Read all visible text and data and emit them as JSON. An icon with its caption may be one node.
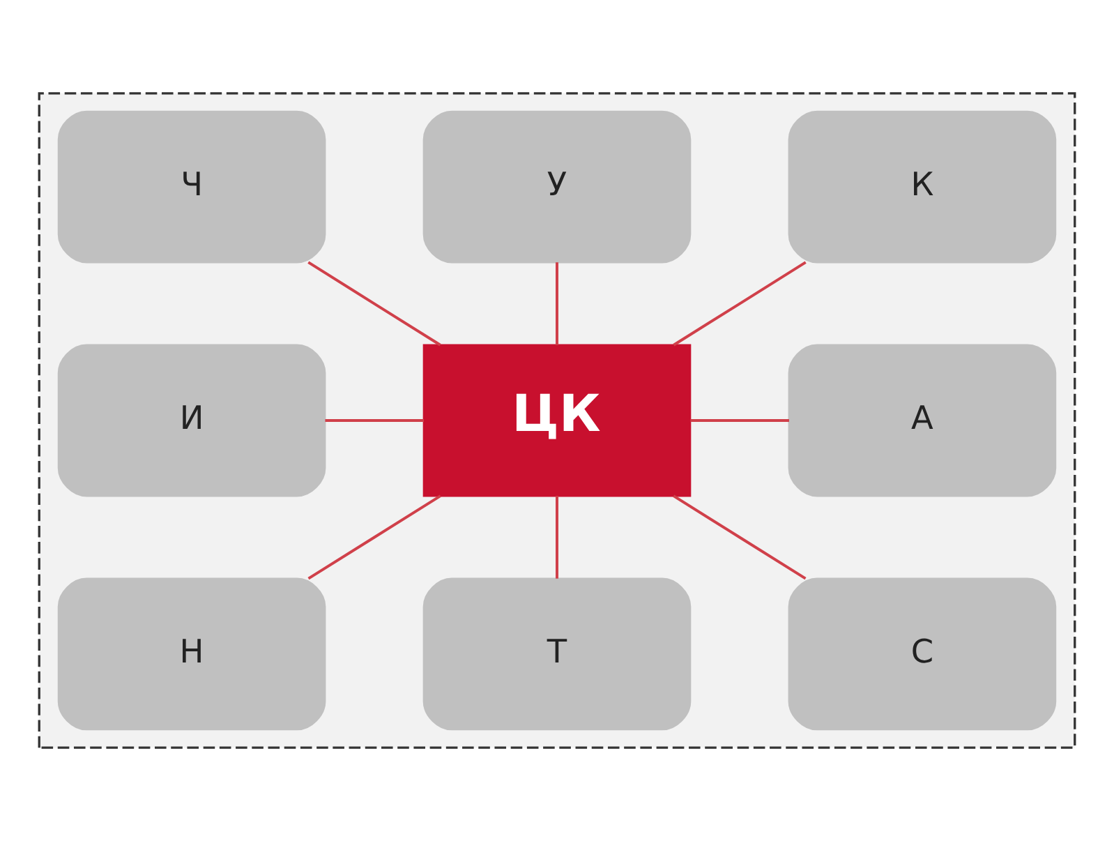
{
  "diagram": {
    "nodes": [
      {
        "text": [],
        "shape": "box"
      },
      {
        "text": [
          "ЦК"
        ],
        "in": 0
      },
      {
        "text": [
          "У"
        ],
        "in": 0
      },
      {
        "text": [
          "К"
        ],
        "in": 0
      },
      {
        "text": [
          "Ч"
        ],
        "in": 0
      },
      {
        "text": [
          "И"
        ],
        "in": 0
      },
      {
        "text": [
          "А"
        ],
        "in": 0
      },
      {
        "text": [
          "Н"
        ],
        "in": 0
      },
      {
        "text": [
          "С"
        ],
        "in": 0
      },
      {
        "text": [
          "Т"
        ],
        "in": 0
      }
    ],
    "edges": [
      {
        "from": 1,
        "to": 2,
        "arrow": "none"
      },
      {
        "from": 1,
        "to": 3,
        "arrow": "none"
      },
      {
        "from": 1,
        "to": 4,
        "arrow": "none"
      },
      {
        "from": 1,
        "to": 5,
        "arrow": "none"
      },
      {
        "from": 1,
        "to": 6,
        "arrow": "none"
      },
      {
        "from": 1,
        "to": 7,
        "arrow": "none"
      },
      {
        "from": 1,
        "to": 8,
        "arrow": "none"
      },
      {
        "from": 1,
        "to": 9,
        "arrow": "none"
      }
    ]
  }
}
